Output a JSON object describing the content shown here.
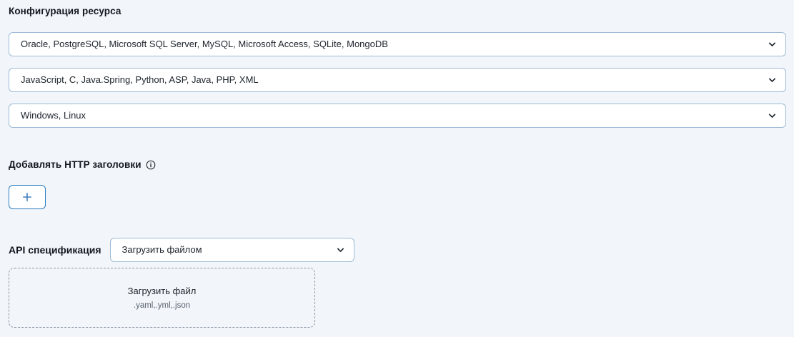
{
  "resource_config": {
    "title": "Конфигурация ресурса",
    "selects": [
      {
        "name": "databases",
        "value": "Oracle, PostgreSQL, Microsoft SQL Server, MySQL, Microsoft Access, SQLite, MongoDB",
        "icon": "chevron-down-icon"
      },
      {
        "name": "languages",
        "value": "JavaScript, C, Java.Spring, Python, ASP, Java, PHP, XML",
        "icon": "chevron-down-icon"
      },
      {
        "name": "operating-systems",
        "value": "Windows, Linux",
        "icon": "chevron-down-icon"
      }
    ]
  },
  "http_headers": {
    "title": "Добавлять HTTP заголовки",
    "info_icon": "info-icon",
    "add_button_icon": "plus-icon",
    "add_button_label": "+"
  },
  "api_spec": {
    "label": "API спецификация",
    "mode_value": "Загрузить файлом",
    "mode_icon": "chevron-down-icon",
    "dropzone": {
      "title": "Загрузить файл",
      "hint": ".yaml,.yml,.json"
    }
  },
  "colors": {
    "page_background": "#f2f5f9",
    "select_border": "#9cbbd6",
    "select_background": "#ffffff",
    "accent_blue": "#2b7cc0",
    "text_primary": "#20262e",
    "text_secondary": "#5b6470",
    "dashed_border": "#8c97a6"
  }
}
